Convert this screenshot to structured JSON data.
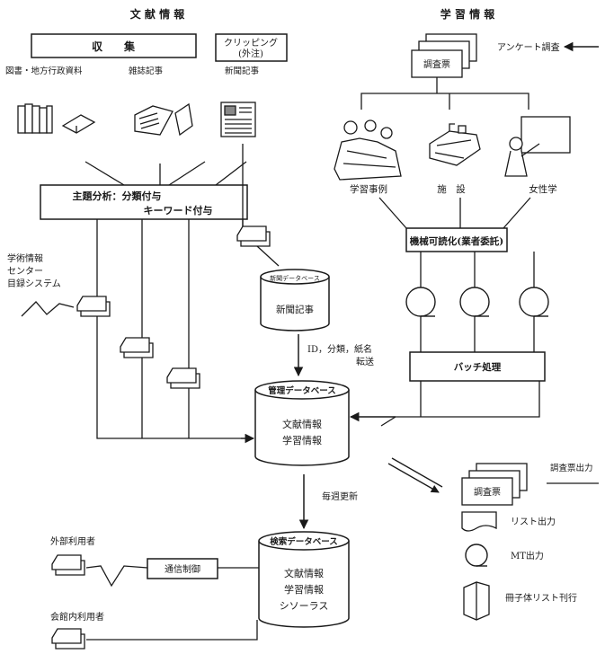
{
  "headers": {
    "bunken": "文 献 情 報",
    "gakushu": "学 習 情 報"
  },
  "collection": {
    "title": "収　　集",
    "clipping_line1": "クリッピング",
    "clipping_line2": "(外注)"
  },
  "sources": {
    "books": "図書・地方行政資料",
    "magazine": "雑誌記事",
    "newspaper": "新聞記事"
  },
  "analysis": {
    "line1": "主題分析：分類付与",
    "line2": "キーワード付与"
  },
  "nacsis": {
    "line1": "学術情報",
    "line2": "センター",
    "line3": "目録システム"
  },
  "newspaper_db": {
    "title": "新聞データベース",
    "content": "新聞記事"
  },
  "transfer": {
    "line1": "ID，分類，紙名",
    "line2": "転送"
  },
  "survey": {
    "label": "アンケート調査",
    "card": "調査票"
  },
  "categories": {
    "cases": "学習事例",
    "facilities": "施　設",
    "women": "女性学"
  },
  "machine": {
    "label": "機械可読化(業者委託)"
  },
  "batch": {
    "label": "バッチ処理"
  },
  "management_db": {
    "title": "管理データベース",
    "item1": "文献情報",
    "item2": "学習情報"
  },
  "weekly_update": {
    "label": "毎週更新"
  },
  "outputs": {
    "card": "調査票",
    "survey_out": "調査票出力",
    "list": "リスト出力",
    "mt": "MT出力",
    "booklet": "冊子体リスト刊行"
  },
  "search_db": {
    "title": "検索データベース",
    "item1": "文献情報",
    "item2": "学習情報",
    "item3": "シソーラス"
  },
  "external_user": {
    "label": "外部利用者"
  },
  "comm": {
    "label": "通信制御"
  },
  "internal_user": {
    "label": "会館内利用者"
  }
}
